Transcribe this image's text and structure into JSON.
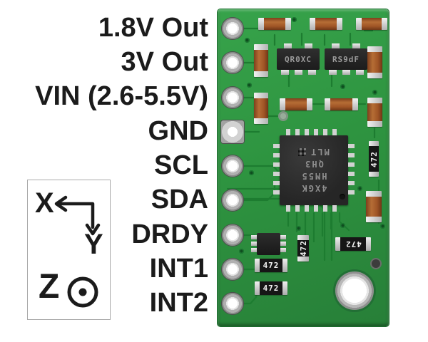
{
  "page": {
    "background": "#ffffff",
    "label_color": "#1b1b1b"
  },
  "pins": [
    "1.8V Out",
    "3V Out",
    "VIN (2.6-5.5V)",
    "GND",
    "SCL",
    "SDA",
    "DRDY",
    "INT1",
    "INT2"
  ],
  "axis_indicator": {
    "x_label": "X",
    "y_label": "Y",
    "z_label": "Z"
  },
  "board": {
    "regulator1_marking": "QR0XC",
    "regulator2_marking": "RS9dF",
    "resistor_marking": "472",
    "chip": {
      "marking_lines": [
        "MLT",
        "QH3",
        "HM55",
        "4XGK"
      ],
      "marking_orientation": "rotated 180°"
    },
    "colors": {
      "soldermask_green": "#2e9440",
      "trace_green": "#1d7c30",
      "pad_silver": "#c9c9c9",
      "capacitor_brown": "#a4582a",
      "ic_black": "#262626"
    }
  }
}
